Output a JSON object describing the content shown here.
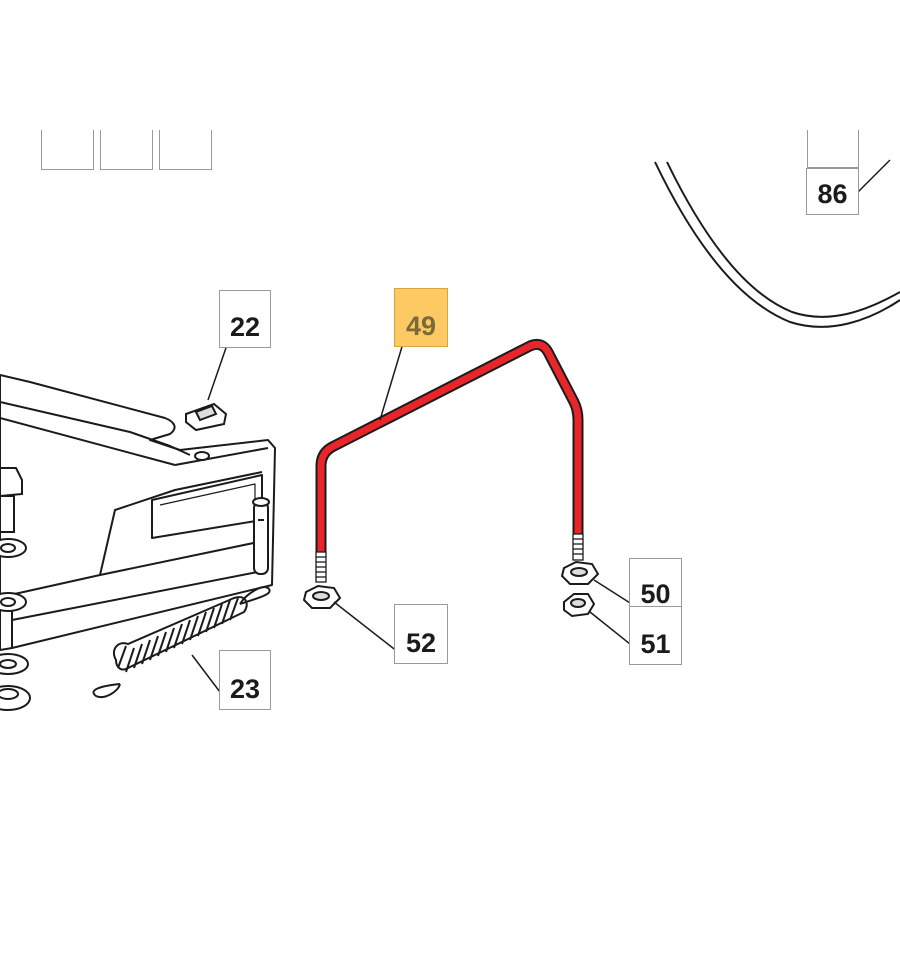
{
  "diagram": {
    "callouts": [
      {
        "id": "c86",
        "label": "86",
        "highlight": false
      },
      {
        "id": "c22",
        "label": "22",
        "highlight": false
      },
      {
        "id": "c49",
        "label": "49",
        "highlight": true
      },
      {
        "id": "c52",
        "label": "52",
        "highlight": false
      },
      {
        "id": "c50",
        "label": "50",
        "highlight": false
      },
      {
        "id": "c51",
        "label": "51",
        "highlight": false
      },
      {
        "id": "c23",
        "label": "23",
        "highlight": false
      }
    ],
    "colors": {
      "highlight_part": "#e8252a",
      "highlight_box": "#fcc962",
      "line": "#1b1b1b",
      "box_border": "#9a9a9a",
      "background": "#ffffff"
    }
  }
}
